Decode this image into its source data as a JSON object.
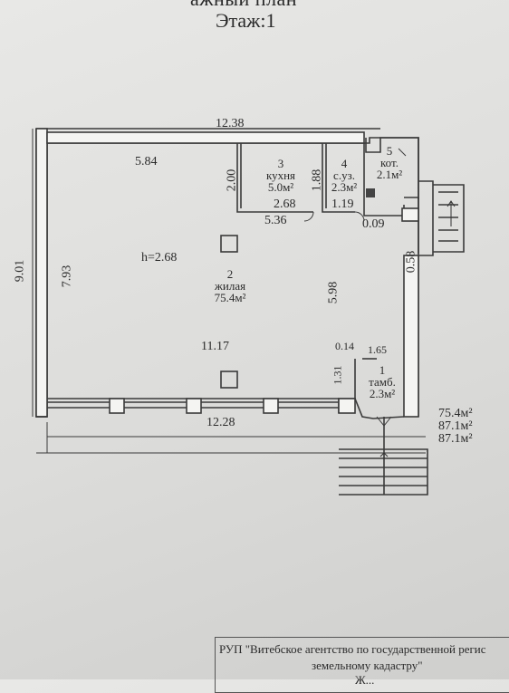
{
  "header": {
    "title_partial": "ажный план",
    "floor": "Этаж:1"
  },
  "dimensions": {
    "top_outer": "12.38",
    "top_inner": "5.84",
    "left_outer": "9.01",
    "left_inner": "7.93",
    "kitchen_height": "2.00",
    "kitchen_width": "2.68",
    "wc_height": "1.88",
    "wc_width": "1.19",
    "hall_width": "5.36",
    "gap": "0.09",
    "right_side": "0.58",
    "main_height": "5.98",
    "main_width": "11.17",
    "vestibule_a": "0.14",
    "vestibule_b": "1.65",
    "vestibule_c": "1.31",
    "bottom": "12.28",
    "ceiling": "h=2.68"
  },
  "rooms": [
    {
      "no": "3",
      "name": "кухня",
      "area": "5.0м²"
    },
    {
      "no": "4",
      "name": "с.уз.",
      "area": "2.3м²"
    },
    {
      "no": "5",
      "name": "кот.",
      "area": "2.1м²"
    },
    {
      "no": "2",
      "name": "жилая",
      "area": "75.4м²"
    },
    {
      "no": "1",
      "name": "тамб.",
      "area": "2.3м²"
    }
  ],
  "totals": [
    "75.4м²",
    "87.1м²",
    "87.1м²"
  ],
  "stamp": {
    "line1": "РУП \"Витебское агентство по государственной регис",
    "line2": "земельному кадастру\"",
    "line3": "Ж..."
  }
}
